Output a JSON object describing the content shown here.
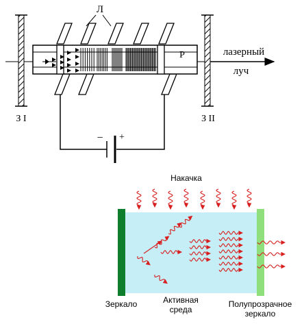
{
  "top_diagram": {
    "lamp_label": "Л",
    "rod_label": "Р",
    "beam_label_line1": "лазерный",
    "beam_label_line2": "луч",
    "mirror_left_label": "З I",
    "mirror_right_label": "З II",
    "battery_minus": "−",
    "battery_plus": "+"
  },
  "bottom_diagram": {
    "pump_label": "Накачка",
    "mirror_label": "Зеркало",
    "medium_label_line1": "Активная",
    "medium_label_line2": "среда",
    "semi_mirror_label_line1": "Полупрозрачное",
    "semi_mirror_label_line2": "зеркало"
  },
  "colors": {
    "ink": "#000000",
    "photon_red": "#d81e1e",
    "medium_fill": "#c6eef6",
    "mirror_dark_green": "#0e7d2c",
    "mirror_light_green": "#8fe07c"
  }
}
